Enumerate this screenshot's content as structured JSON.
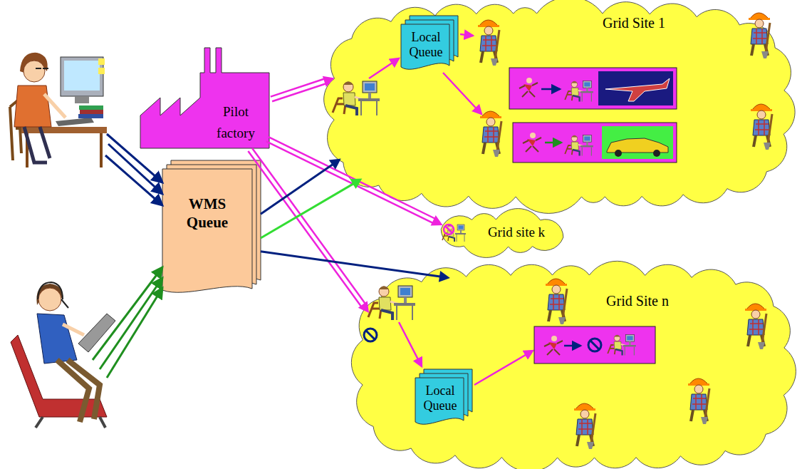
{
  "diagram": {
    "nodes": [
      {
        "text": [
          "Pilot factory"
        ]
      },
      {
        "text": [
          "WMS Queue"
        ]
      },
      {
        "text": [
          "Grid Site 1"
        ]
      },
      {
        "text": [
          "Local Queue"
        ],
        "in": 2
      },
      {
        "text": [
          "Grid site k"
        ]
      },
      {
        "text": [
          "Grid Site n"
        ]
      },
      {
        "text": [
          "Local Queue"
        ],
        "in": 5
      }
    ],
    "edges": [
      {
        "from": 0,
        "to": 2,
        "arrow": "to"
      },
      {
        "from": 0,
        "to": 4,
        "arrow": "to"
      },
      {
        "from": 0,
        "to": 5,
        "arrow": "to"
      },
      {
        "from": 1,
        "to": 2,
        "arrow": "to"
      },
      {
        "from": 1,
        "to": 2,
        "arrow": "to"
      },
      {
        "from": 1,
        "to": 5,
        "arrow": "to"
      }
    ]
  }
}
